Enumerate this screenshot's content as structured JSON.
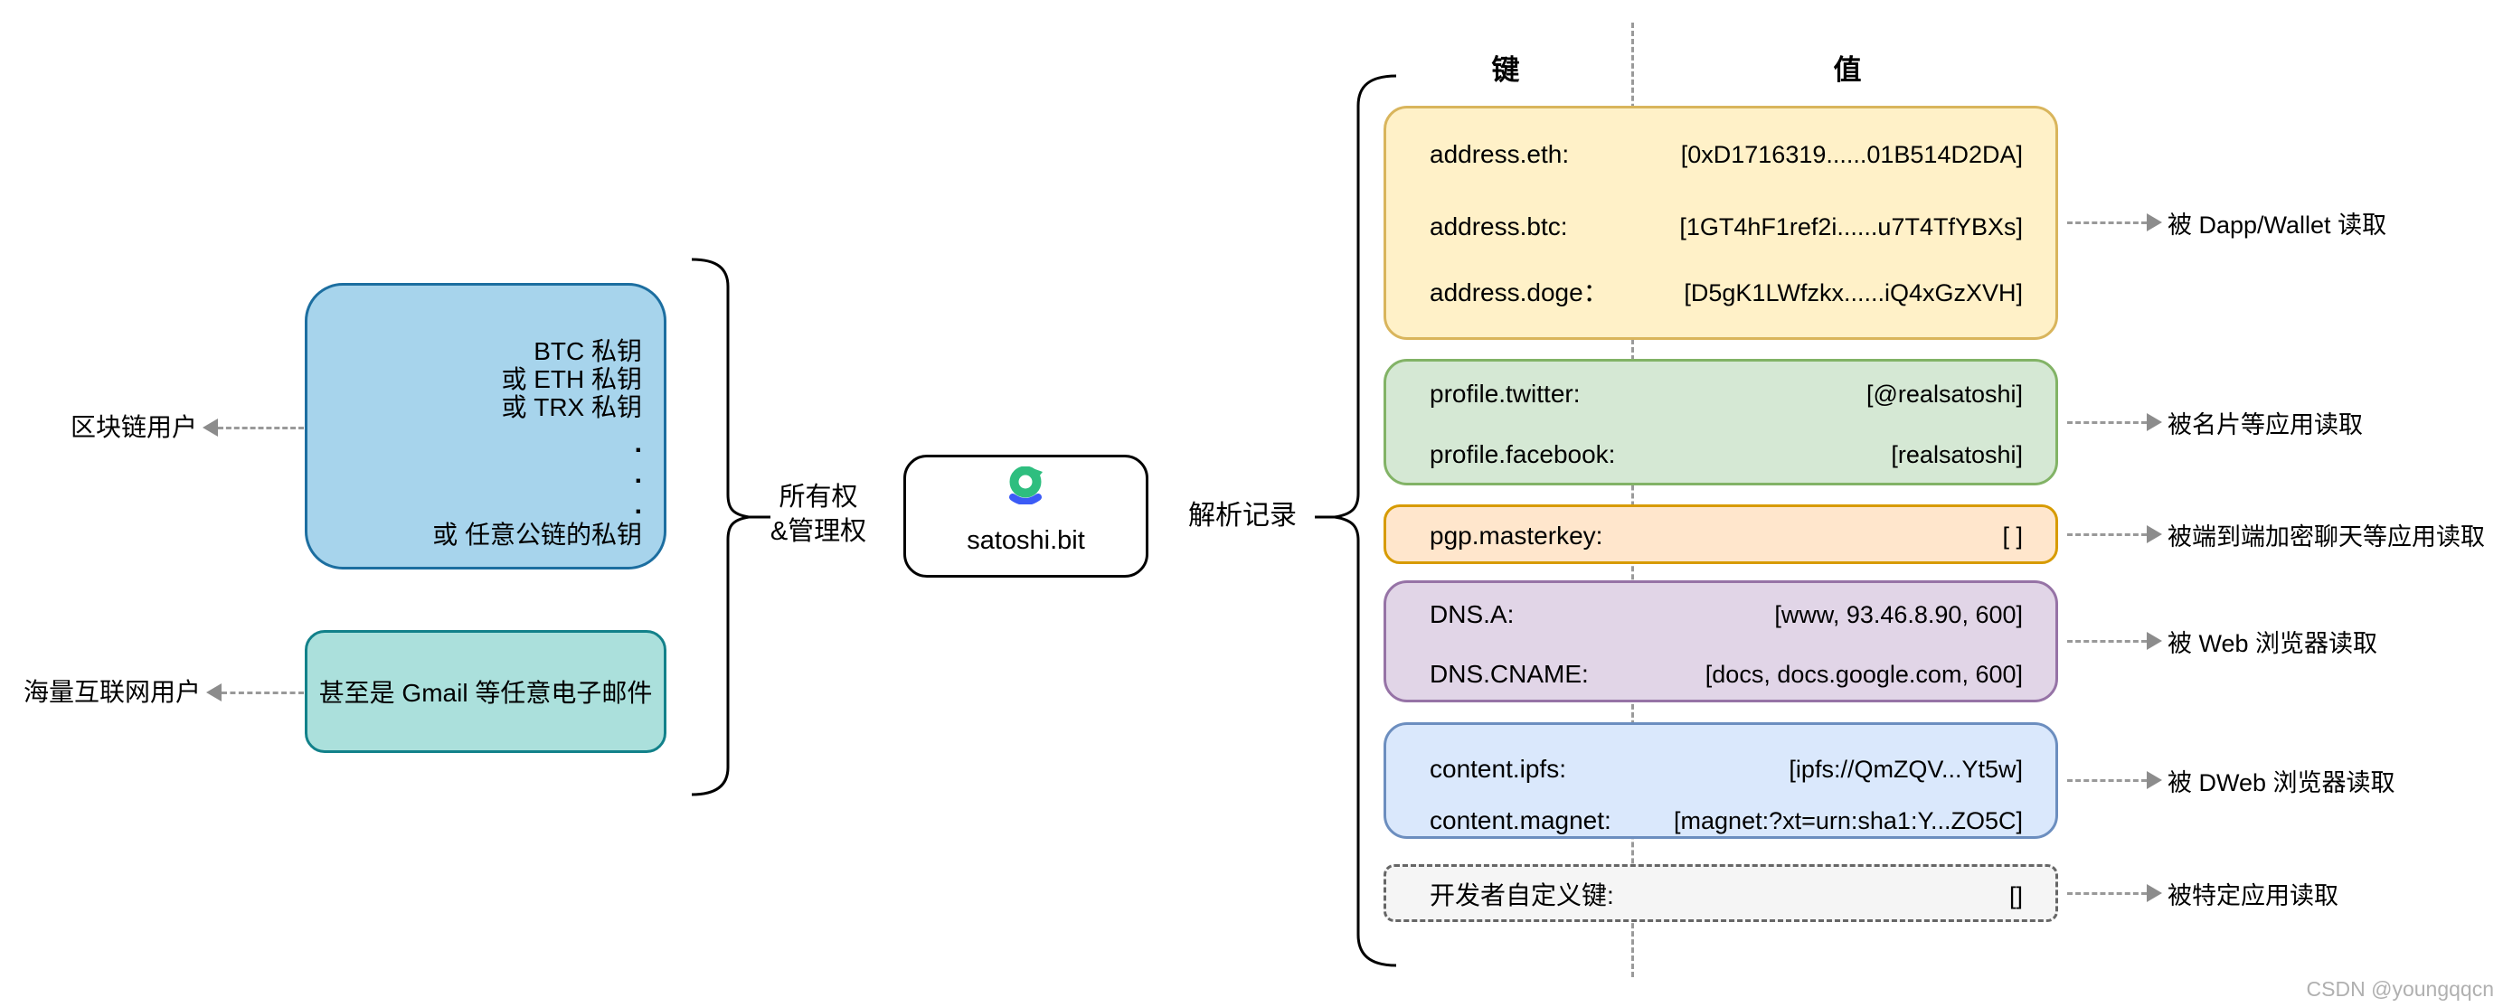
{
  "left": {
    "blockchain_user_label": "区块链用户",
    "internet_user_label": "海量互联网用户",
    "private_key_box": {
      "fill": "#A7D4EC",
      "border": "#1C6EA0",
      "line1": "BTC 私钥",
      "line2": "或 ETH 私钥",
      "line3": "或 TRX 私钥",
      "dot": ".",
      "line4": "或 任意公链的私钥"
    },
    "email_box": {
      "fill": "#ABE0DC",
      "border": "#12818A",
      "text": "甚至是 Gmail 等任意电子邮件"
    }
  },
  "center": {
    "ownership_line1": "所有权",
    "ownership_line2": "&管理权",
    "domain_box": {
      "name": "satoshi.bit",
      "logo_green": "#2EBE7F",
      "logo_blue": "#3B5BF6"
    },
    "records_label": "解析记录"
  },
  "records": {
    "key_header": "键",
    "value_header": "值",
    "divider_color": "#9a9a9a",
    "groups": [
      {
        "name": "addresses",
        "fill": "#FFF1C8",
        "border": "#D9B55C",
        "dashed": false,
        "rows": [
          {
            "key": "address.eth:",
            "value": "[0xD1716319......01B514D2DA]"
          },
          {
            "key": "address.btc:",
            "value": "[1GT4hF1ref2i......u7T4TfYBXs]"
          },
          {
            "key": "address.doge：",
            "value": "[D5gK1LWfzkx......iQ4xGzXVH]"
          }
        ],
        "reader": "被 Dapp/Wallet 读取"
      },
      {
        "name": "profiles",
        "fill": "#D5E8D4",
        "border": "#82B366",
        "dashed": false,
        "rows": [
          {
            "key": "profile.twitter:",
            "value": "[@realsatoshi]"
          },
          {
            "key": "profile.facebook:",
            "value": "[realsatoshi]"
          }
        ],
        "reader": "被名片等应用读取"
      },
      {
        "name": "pgp",
        "fill": "#FFE6CC",
        "border": "#D79B00",
        "dashed": false,
        "rows": [
          {
            "key": "pgp.masterkey:",
            "value": "[ ]"
          }
        ],
        "reader": "被端到端加密聊天等应用读取"
      },
      {
        "name": "dns",
        "fill": "#E1D5E7",
        "border": "#9673A6",
        "dashed": false,
        "rows": [
          {
            "key": "DNS.A:",
            "value": "[www, 93.46.8.90, 600]"
          },
          {
            "key": "DNS.CNAME:",
            "value": "[docs, docs.google.com, 600]"
          }
        ],
        "reader": "被 Web 浏览器读取"
      },
      {
        "name": "content",
        "fill": "#DAE8FC",
        "border": "#6C8EBF",
        "dashed": false,
        "rows": [
          {
            "key": "content.ipfs:",
            "value": "[ipfs://QmZQV...Yt5w]"
          },
          {
            "key": "content.magnet:",
            "value": "[magnet:?xt=urn:sha1:Y...ZO5C]"
          }
        ],
        "reader": "被 DWeb 浏览器读取"
      },
      {
        "name": "custom",
        "fill": "#F5F5F5",
        "border": "#666666",
        "dashed": true,
        "rows": [
          {
            "key": "开发者自定义键:",
            "value": "[]"
          }
        ],
        "reader": "被特定应用读取"
      }
    ]
  },
  "watermark": "CSDN @youngqqcn"
}
